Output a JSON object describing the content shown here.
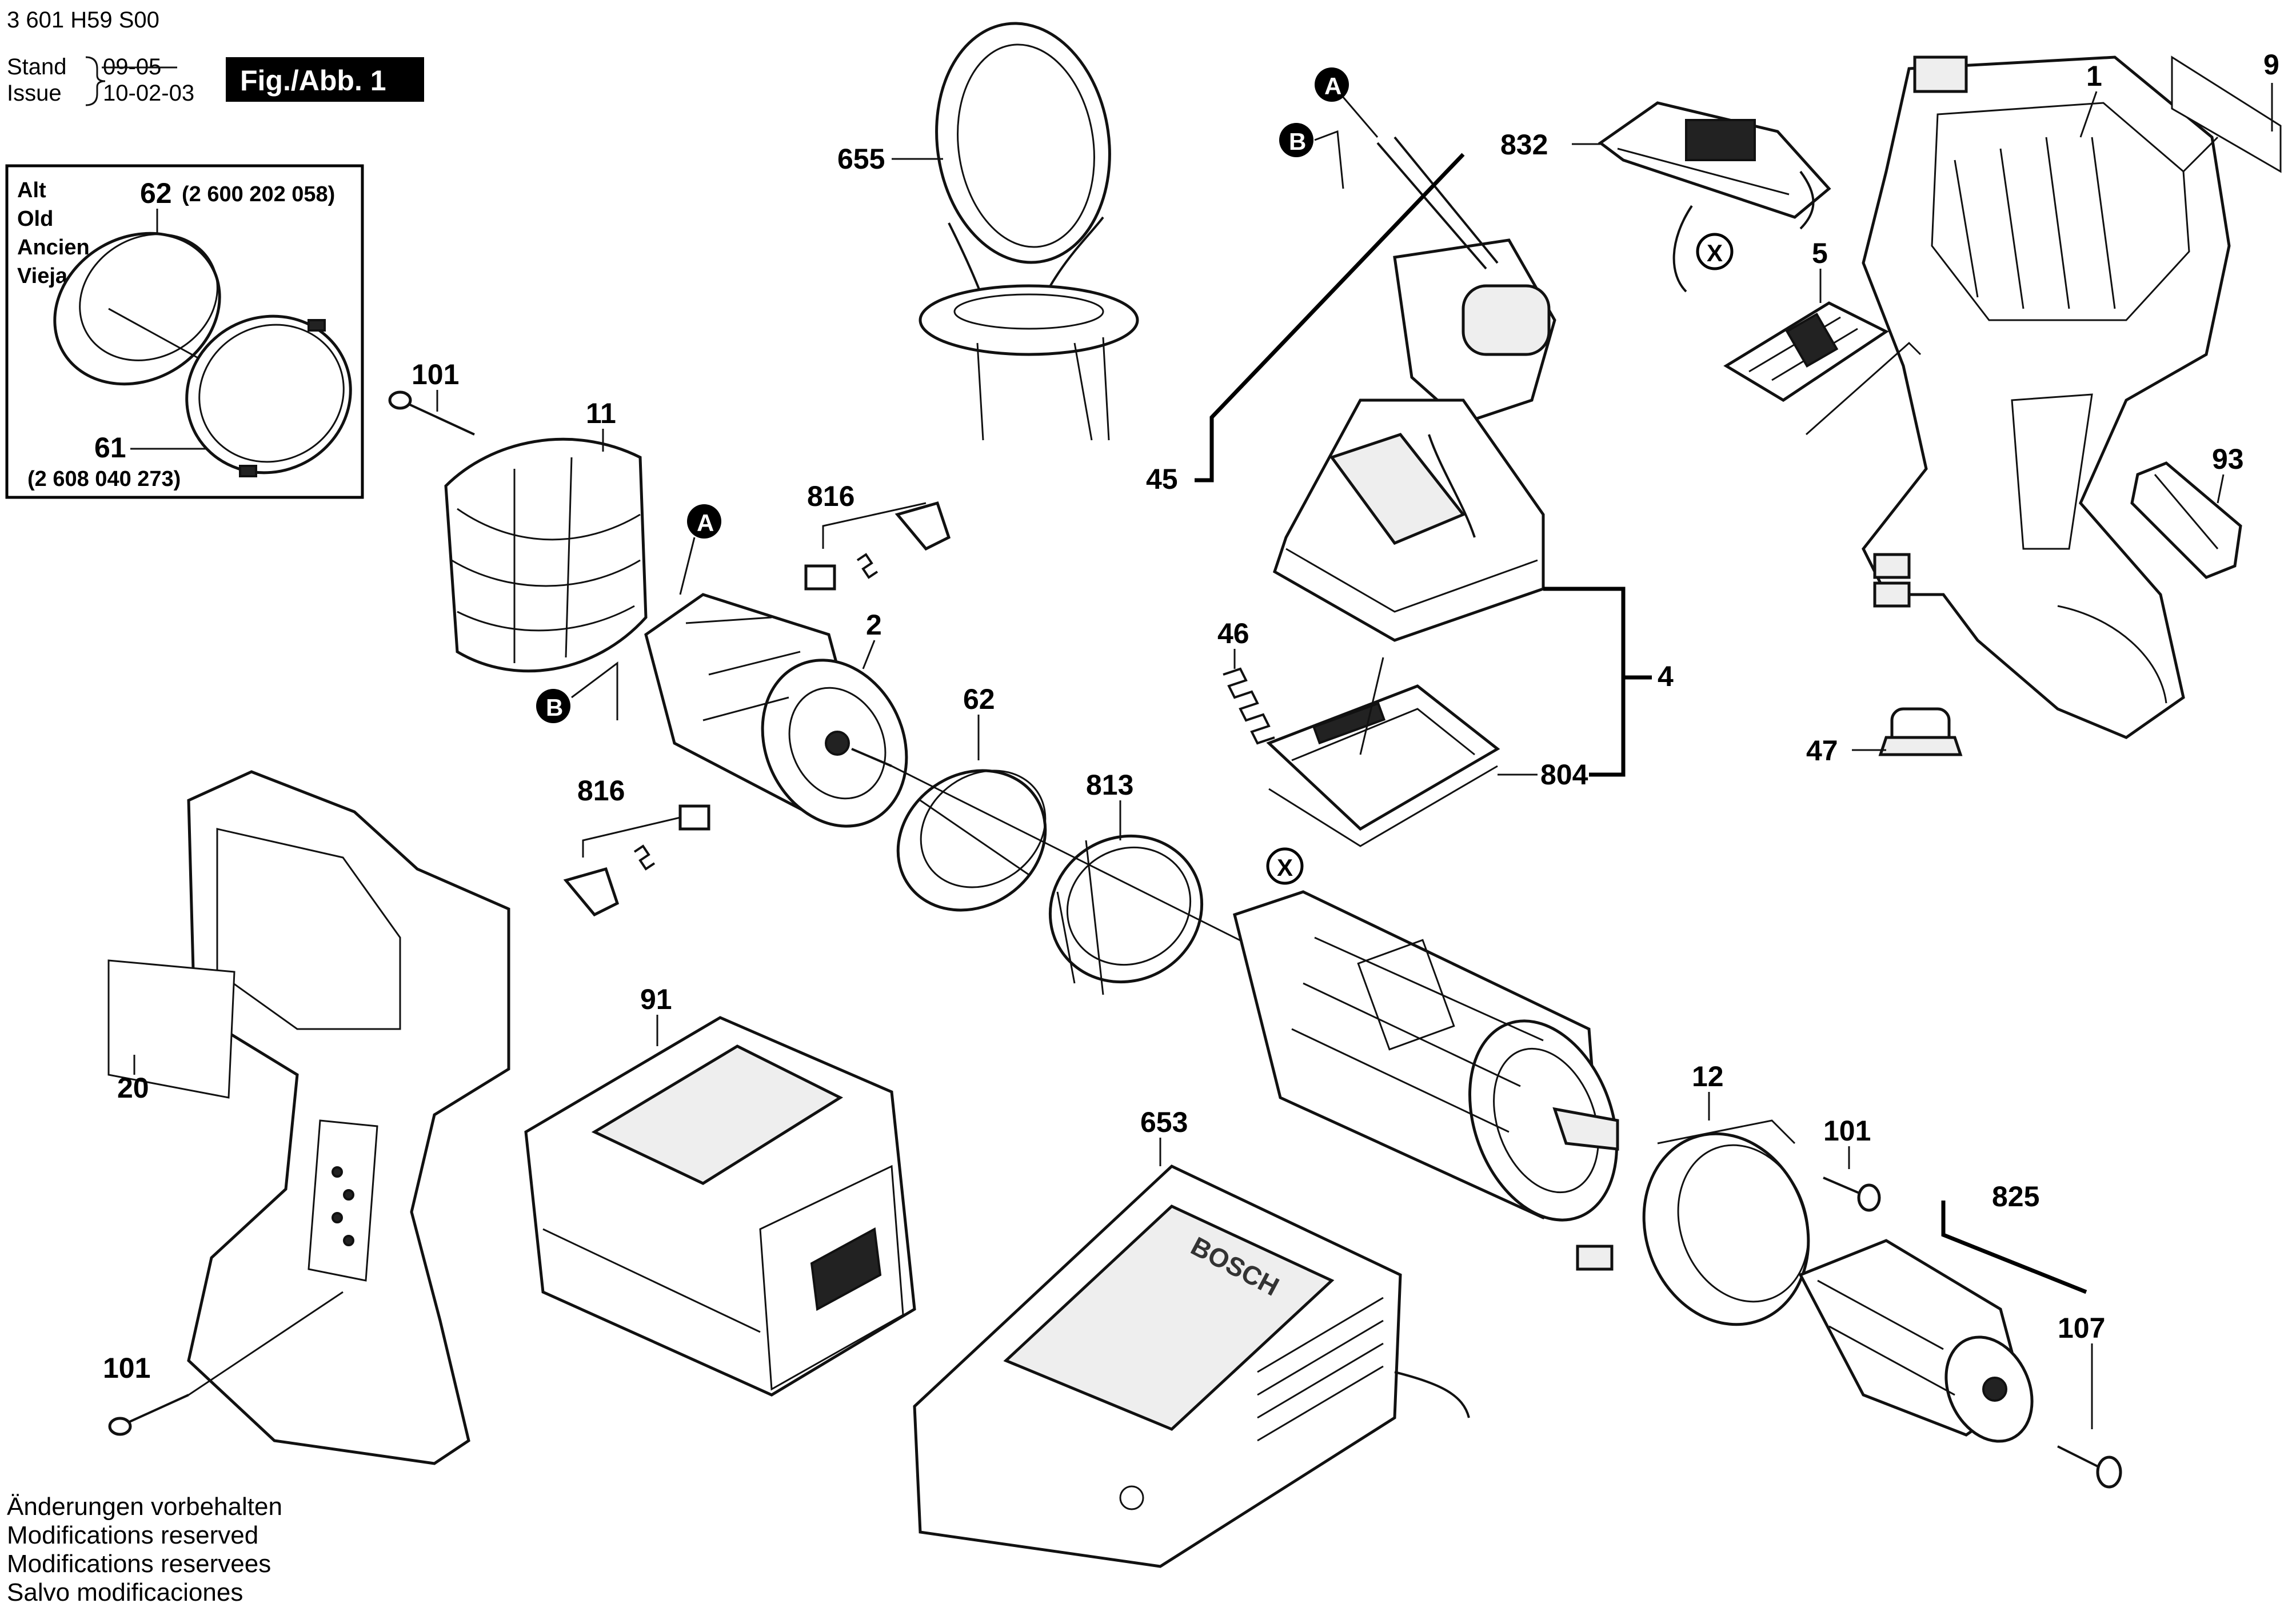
{
  "header": {
    "doc_number": "3 601 H59 S00",
    "stand_label": "Stand",
    "stand_date": "09-05",
    "issue_label": "Issue",
    "issue_date": "10-02-03",
    "fig_label": "Fig./Abb. 1"
  },
  "inset": {
    "labels": [
      "Alt",
      "Old",
      "Ancien",
      "Vieja"
    ],
    "part_top_number": "62",
    "part_top_code": "(2 600 202 058)",
    "part_bottom_number": "61",
    "part_bottom_code": "(2 608 040 273)"
  },
  "callouts": {
    "c655": "655",
    "c832": "832",
    "c1": "1",
    "c9": "9",
    "c5": "5",
    "c93": "93",
    "c45": "45",
    "c46": "46",
    "c4": "4",
    "c804": "804",
    "c47": "47",
    "c101_top": "101",
    "c11": "11",
    "c816_top": "816",
    "c2": "2",
    "c62": "62",
    "c816_bot": "816",
    "c813": "813",
    "c20": "20",
    "c91": "91",
    "c653": "653",
    "c12": "12",
    "c101_right": "101",
    "c825": "825",
    "c107": "107",
    "c101_bottom": "101"
  },
  "markers": {
    "a_top": "A",
    "b_top": "B",
    "a_left": "A",
    "b_left": "B",
    "x_top": "X",
    "x_mid": "X"
  },
  "charger_brand": "BOSCH",
  "footer": [
    "Änderungen vorbehalten",
    "Modifications reserved",
    "Modifications reservees",
    "Salvo modificaciones"
  ]
}
